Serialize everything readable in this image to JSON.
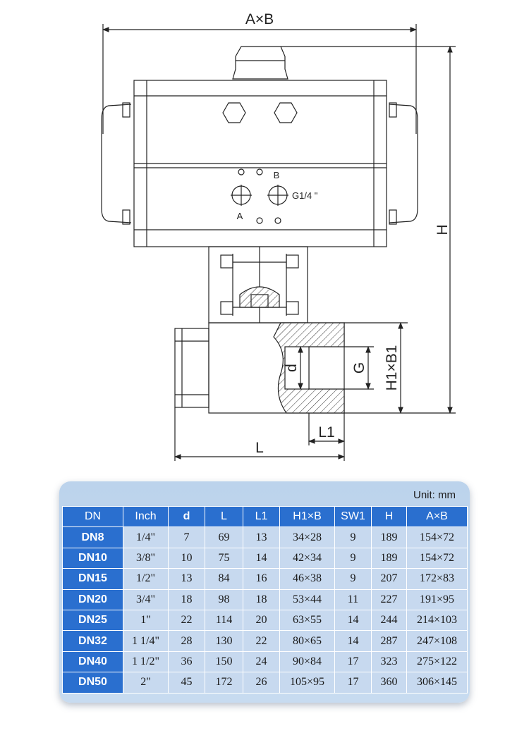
{
  "drawing": {
    "dim_top": "A×B",
    "dim_height": "H",
    "dim_body_height": "H1×B1",
    "dim_bore": "d",
    "dim_thread": "G",
    "dim_length": "L",
    "dim_end_length": "L1",
    "port_a": "A",
    "port_b": "B",
    "port_thread": "G1/4 \""
  },
  "table": {
    "unit": "Unit: mm",
    "headers": [
      "DN",
      "Inch",
      "d",
      "L",
      "L1",
      "H1×B",
      "SW1",
      "H",
      "A×B"
    ],
    "rows": [
      [
        "DN8",
        "1/4\"",
        "7",
        "69",
        "13",
        "34×28",
        "9",
        "189",
        "154×72"
      ],
      [
        "DN10",
        "3/8\"",
        "10",
        "75",
        "14",
        "42×34",
        "9",
        "189",
        "154×72"
      ],
      [
        "DN15",
        "1/2\"",
        "13",
        "84",
        "16",
        "46×38",
        "9",
        "207",
        "172×83"
      ],
      [
        "DN20",
        "3/4\"",
        "18",
        "98",
        "18",
        "53×44",
        "11",
        "227",
        "191×95"
      ],
      [
        "DN25",
        "1\"",
        "22",
        "114",
        "20",
        "63×55",
        "14",
        "244",
        "214×103"
      ],
      [
        "DN32",
        "1 1/4\"",
        "28",
        "130",
        "22",
        "80×65",
        "14",
        "287",
        "247×108"
      ],
      [
        "DN40",
        "1 1/2\"",
        "36",
        "150",
        "24",
        "90×84",
        "17",
        "323",
        "275×122"
      ],
      [
        "DN50",
        "2\"",
        "45",
        "172",
        "26",
        "105×95",
        "17",
        "360",
        "306×145"
      ]
    ]
  },
  "colors": {
    "header_blue": "#2a6fcf",
    "cell_blue": "#c7d9ef",
    "panel_blue": "#bcd3ec"
  }
}
